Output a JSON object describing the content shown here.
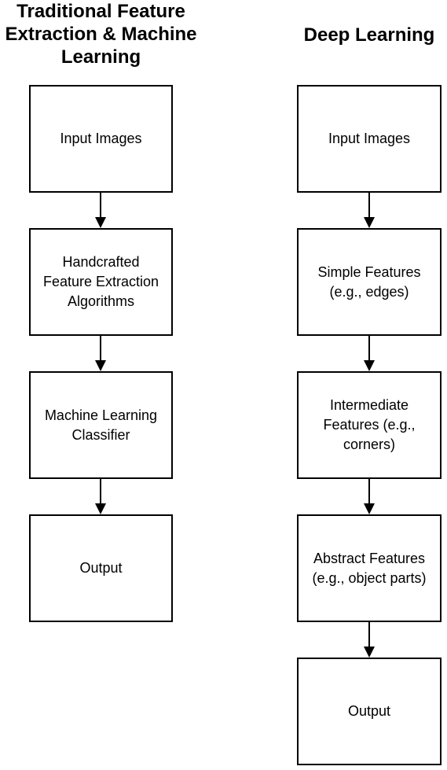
{
  "colors": {
    "stroke": "#000000",
    "background": "#ffffff"
  },
  "left_column": {
    "title": "Traditional Feature\nExtraction & Machine\nLearning",
    "steps": [
      "Input Images",
      "Handcrafted\nFeature Extraction\nAlgorithms",
      "Machine Learning\nClassifier",
      "Output"
    ]
  },
  "right_column": {
    "title": "Deep Learning",
    "steps": [
      "Input Images",
      "Simple Features\n(e.g., edges)",
      "Intermediate\nFeatures (e.g.,\ncorners)",
      "Abstract Features\n(e.g., object parts)",
      "Output"
    ]
  }
}
